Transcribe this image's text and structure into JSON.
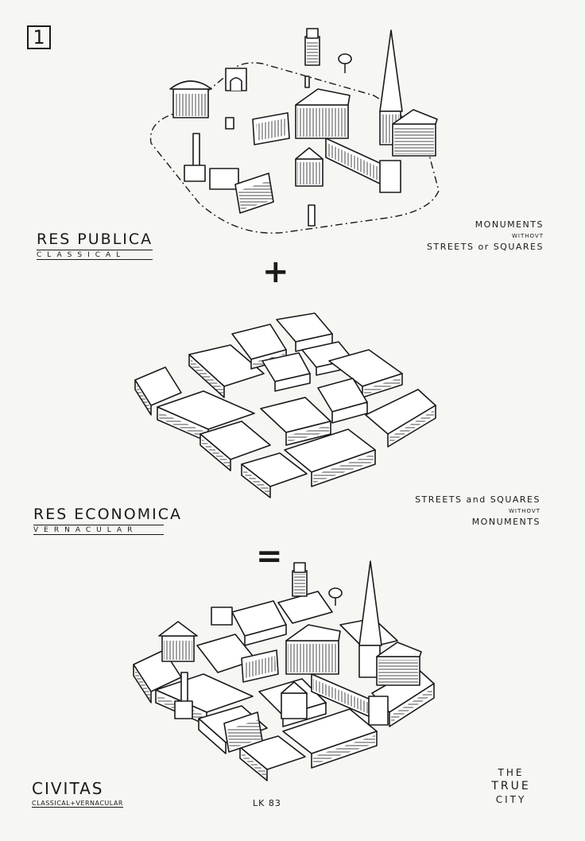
{
  "page_number": "1",
  "sections": [
    {
      "title": "RES PUBLICA",
      "subtitle": "CLASSICAL",
      "caption_lines": [
        "MONUMENTS",
        "WITHOVT",
        "STREETS or SQUARES"
      ]
    },
    {
      "title": "RES ECONOMICA",
      "subtitle": "VERNACULAR",
      "caption_lines": [
        "STREETS and SQUARES",
        "WITHOVT",
        "MONUMENTS"
      ]
    },
    {
      "title": "CIVITAS",
      "subtitle": "CLASSICAL+VERNACULAR",
      "caption_lines": [
        "THE",
        "TRUE",
        "CITY"
      ]
    }
  ],
  "operators": {
    "plus": "+",
    "equals": "="
  },
  "footer": {
    "initials": "LK 83"
  }
}
